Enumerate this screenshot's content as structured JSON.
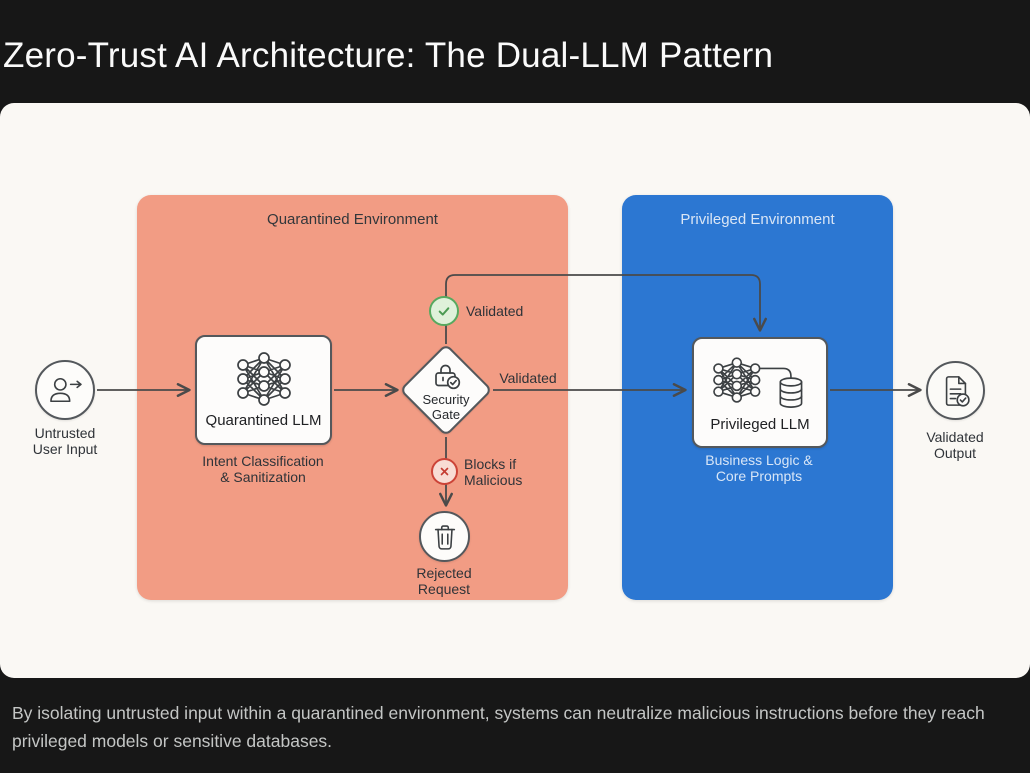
{
  "header": {
    "title": "Zero-Trust AI Architecture: The Dual-LLM Pattern"
  },
  "caption": {
    "text": "By isolating untrusted input within a quarantined environment, systems can neutralize malicious instructions before they reach privileged models or sensitive databases."
  },
  "colors": {
    "header_bg": "#171717",
    "panel_bg": "#FAF8F4",
    "quarantined_bg": "#F29C84",
    "privileged_bg": "#2C77D2",
    "arrow": "#4A4A4A",
    "validated_green": "#57A95F",
    "blocked_red": "#CC4337",
    "caption_text": "#C4C6C5"
  },
  "diagram": {
    "input": {
      "line1": "Untrusted",
      "line2": "User Input"
    },
    "output": {
      "line1": "Validated",
      "line2": "Output"
    },
    "quarantined": {
      "title": "Quarantined Environment",
      "llm": {
        "label": "Quarantined LLM",
        "caption_line1": "Intent Classification",
        "caption_line2": "& Sanitization"
      },
      "gate": {
        "label_line1": "Security",
        "label_line2": "Gate"
      },
      "validated_up": "Validated",
      "validated_right": "Validated",
      "blocks": {
        "line1": "Blocks if",
        "line2": "Malicious"
      },
      "rejected": {
        "line1": "Rejected",
        "line2": "Request"
      }
    },
    "privileged": {
      "title": "Privileged Environment",
      "llm": {
        "label": "Privileged LLM",
        "caption_line1": "Business Logic &",
        "caption_line2": "Core Prompts"
      }
    }
  }
}
